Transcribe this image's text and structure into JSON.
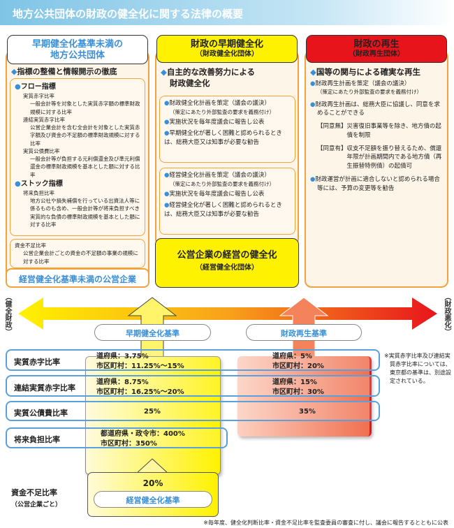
{
  "title": "地方公共団体の財政の健全化に関する法律の概要",
  "left": {
    "header": [
      "早期健全化基準未満の",
      "地方公共団体"
    ],
    "section": "指標の整備と情報開示の徹底",
    "flow_label": "フロー指標",
    "flow": [
      {
        "name": "実質赤字比率",
        "desc": "一般会計等を対象とした実質赤字額の標準財政規模に対する比率"
      },
      {
        "name": "連結実質赤字比率",
        "desc": "公営企業会計を含む全会計を対象とした実質赤字額及び資金の不足額の標準財政規模に対する比率"
      },
      {
        "name": "実質公債費比率",
        "desc": "一般会計等が負担する元利償還金及び準元利償還金の標準財政規模を基本とした額に対する比率"
      }
    ],
    "stock_label": "ストック指標",
    "stock": [
      {
        "name": "将来負担比率",
        "desc": "地方公社や損失補償を行っている出資法人等に係るものも含め、一般会計等が将来負担すべき実質的な負債の標準財政規模を基本とした額に対する比率"
      }
    ],
    "shortage": {
      "name": "資金不足比率",
      "desc": "公営企業会計ごとの資金の不足額の事業の規模に対する比率"
    },
    "footer": "経営健全化基準未満の公営企業"
  },
  "middle": {
    "header": "財政の早期健全化",
    "sub": "（財政健全化団体）",
    "section": [
      "自主的な改善努力による",
      "財政健全化"
    ],
    "box1": [
      "財政健全化計画を策定（議会の議決）",
      "（策定にあたり外部監査の要求を義務付け）",
      "実施状況を毎年度議会に報告し公表",
      "早期健全化が著しく困難と認められるときは、総務大臣又は知事が必要な勧告"
    ],
    "box2": [
      "経営健全化計画を策定（議会の議決）",
      "（策定にあたり外部監査の要求を義務付け）",
      "実施状況を毎年度議会に報告し公表",
      "経営健全化が著しく困難と認められるときは、総務大臣又は知事が必要な勧告"
    ],
    "enterprise": "公営企業の経営の健全化",
    "enterprise_sub": "（経営健全化団体）"
  },
  "right": {
    "header": "財政の再生",
    "sub": "（財政再生団体）",
    "section": "国等の関与による確実な再生",
    "items": [
      "財政再生計画を策定（議会の議決）",
      "（策定にあたり外部監査の要求を義務付け）",
      "財政再生計画は、総務大臣に協議し、同意を求めることができる",
      "【同意無】",
      "災害復旧事業等を除き、地方債の起債を制限",
      "【同意有】",
      "収支不足額を振り替えるため、償還年限が計画期間内である地方債（再生振替特例債）の起債可",
      "財政運営が計画に適合しないと認められる場合等には、予算の変更等を勧告"
    ]
  },
  "axis": {
    "left": "（健全財政）",
    "right": "（財政悪化）"
  },
  "criteria": {
    "early": "早期健全化基準",
    "rebuild": "財政再生基準",
    "management": "経営健全化基準"
  },
  "rows": [
    {
      "label": "実質赤字比率",
      "early": [
        "道府県：3.75%",
        "市区町村：11.25%～15%"
      ],
      "rebuild": [
        "道府県：5%",
        "市区町村：20%"
      ]
    },
    {
      "label": "連結実質赤字比率",
      "early": [
        "道府県：8.75%",
        "市区町村：16.25%～20%"
      ],
      "rebuild": [
        "道府県：15%",
        "市区町村：30%"
      ]
    },
    {
      "label": "実質公債費比率",
      "early": [
        "25%"
      ],
      "rebuild": [
        "35%"
      ]
    },
    {
      "label": "将来負担比率",
      "early": [
        "都道府県・政令市：400%",
        "市区町村：350%"
      ]
    }
  ],
  "shortage_row": {
    "label": "資金不足比率",
    "sub": "（公営企業ごと）",
    "value": "20%"
  },
  "note": "※実質赤字比率及び連結実質赤字比率については、東京都の基準は、別途設定されている。",
  "footnote": "※毎年度、健全化判断比率・資金不足比率を監査委員の審査に付し、議会に報告するとともに公表"
}
